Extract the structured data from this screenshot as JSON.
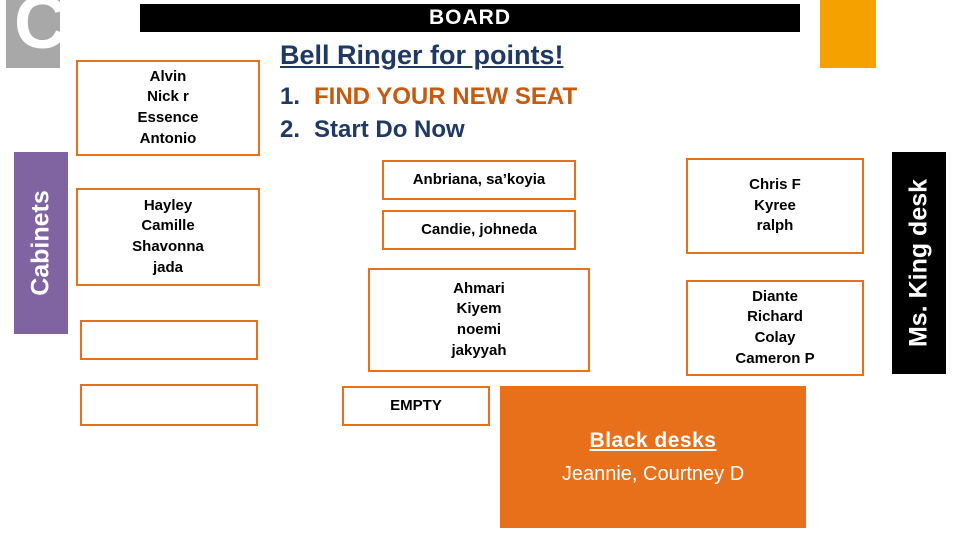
{
  "corner": {
    "letter": "C"
  },
  "board": {
    "label": "BOARD"
  },
  "bell": {
    "title": "Bell Ringer for points!",
    "items": [
      {
        "num": "1.",
        "text": "FIND YOUR NEW SEAT"
      },
      {
        "num": "2.",
        "text": "Start Do Now"
      }
    ]
  },
  "side_labels": {
    "cabinets": "Cabinets",
    "king_desk": "Ms. King desk"
  },
  "desks": {
    "alvin": {
      "lines": [
        "Alvin",
        "Nick r",
        "Essence",
        "Antonio"
      ]
    },
    "hayley": {
      "lines": [
        "Hayley",
        "Camille",
        "Shavonna",
        "jada"
      ]
    },
    "empty1": {
      "lines": []
    },
    "empty2": {
      "lines": []
    },
    "anbriana": {
      "lines": [
        "Anbriana, sa’koyia"
      ]
    },
    "candie": {
      "lines": [
        "Candie, johneda"
      ]
    },
    "ahmari": {
      "lines": [
        "Ahmari",
        "Kiyem",
        "noemi",
        "jakyyah"
      ]
    },
    "empty_labeled": {
      "lines": [
        "EMPTY"
      ]
    },
    "chrisf": {
      "lines": [
        "Chris F",
        "Kyree",
        "ralph"
      ]
    },
    "diante": {
      "lines": [
        "Diante",
        "Richard",
        "Colay",
        "Cameron P"
      ]
    }
  },
  "black_desks": {
    "title": "Black desks",
    "names": "Jeannie, Courtney D"
  },
  "colors": {
    "desk_border": "#E8701A",
    "orange_block": "#E8701A",
    "orange_swatch": "#F5A200",
    "purple_bar": "#8064A2",
    "banner_black": "#000000",
    "heading_blue": "#1F3864",
    "accent_orange_text": "#C55A11",
    "gray_block": "#A8A8A8"
  }
}
